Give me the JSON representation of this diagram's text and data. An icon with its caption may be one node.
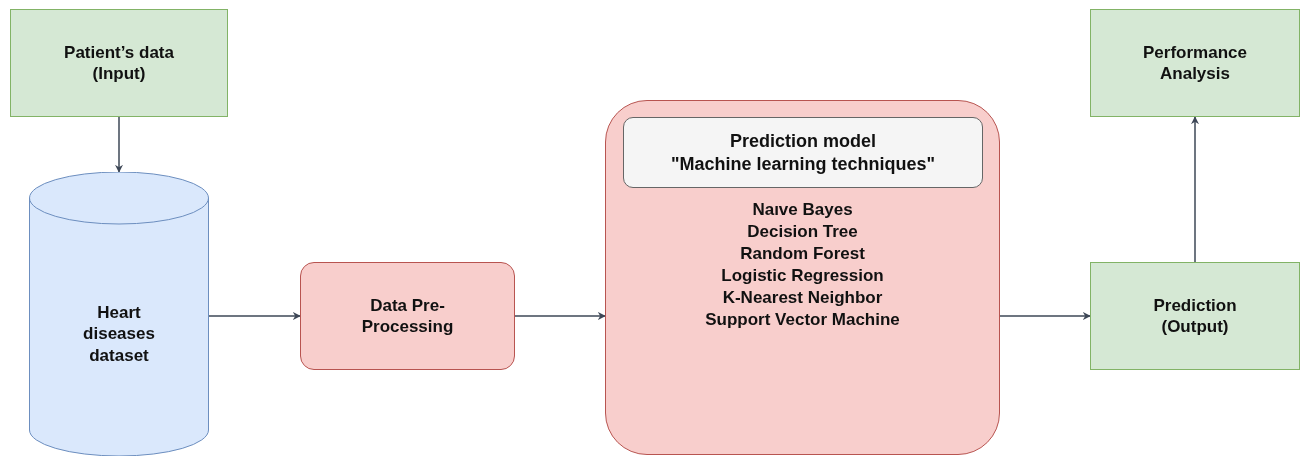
{
  "diagram": {
    "nodes": [
      {
        "text": [
          "Patient’s data (Input)"
        ]
      },
      {
        "text": [
          "Heart diseases dataset"
        ]
      },
      {
        "text": [
          "Data Pre-Processing"
        ]
      },
      {
        "text": [
          "Naıve Bayes",
          "Decision Tree",
          "Random Forest",
          "Logistic Regression",
          "K-Nearest Neighbor",
          "Support Vector Machine"
        ]
      },
      {
        "text": [
          "Prediction model",
          "\"Machine learning techniques\""
        ],
        "in": 3
      },
      {
        "text": [
          "Prediction (Output)"
        ]
      },
      {
        "text": [
          "Performance Analysis"
        ]
      }
    ],
    "edges": [
      {
        "from": 0,
        "to": 1,
        "arrow": "to"
      },
      {
        "from": 1,
        "to": 2,
        "arrow": "to"
      },
      {
        "from": 2,
        "to": 3,
        "arrow": "to"
      },
      {
        "from": 3,
        "to": 5,
        "arrow": "to"
      },
      {
        "from": 5,
        "to": 6,
        "arrow": "to"
      }
    ]
  }
}
